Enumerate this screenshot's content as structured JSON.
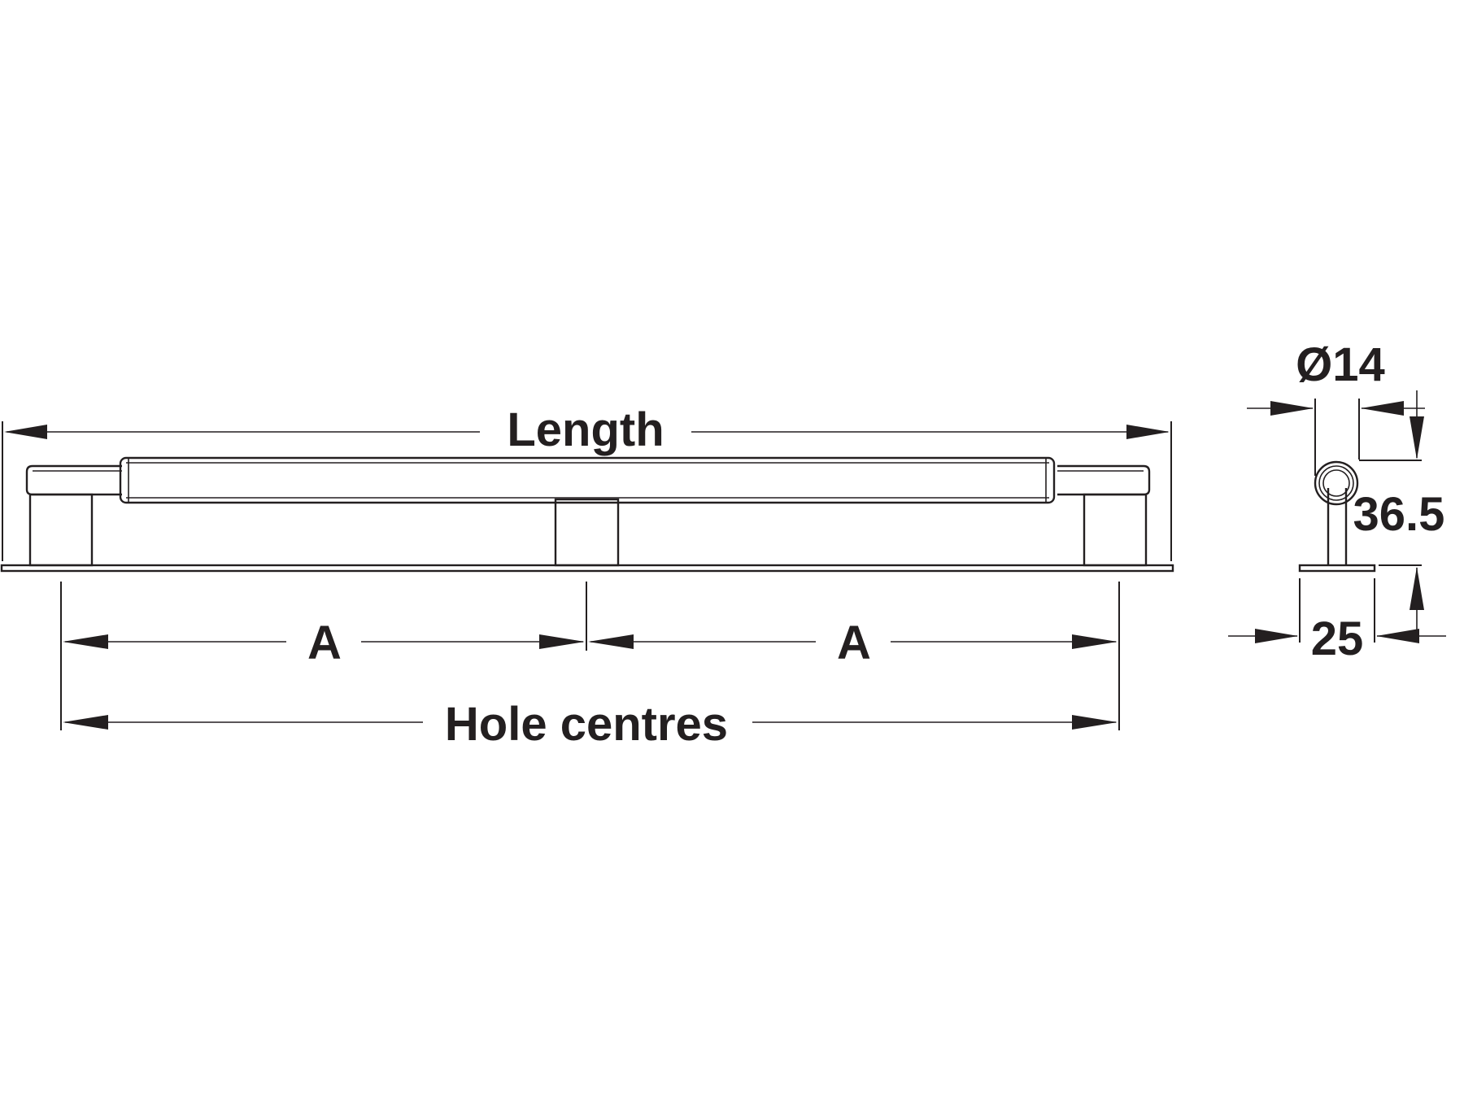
{
  "labels": {
    "length": "Length",
    "hole_centres": "Hole centres",
    "a_left": "A",
    "a_right": "A",
    "diameter": "Ø14",
    "projection": "36.5",
    "base_depth": "25"
  },
  "colors": {
    "line": "#231f20",
    "background": "#ffffff"
  }
}
